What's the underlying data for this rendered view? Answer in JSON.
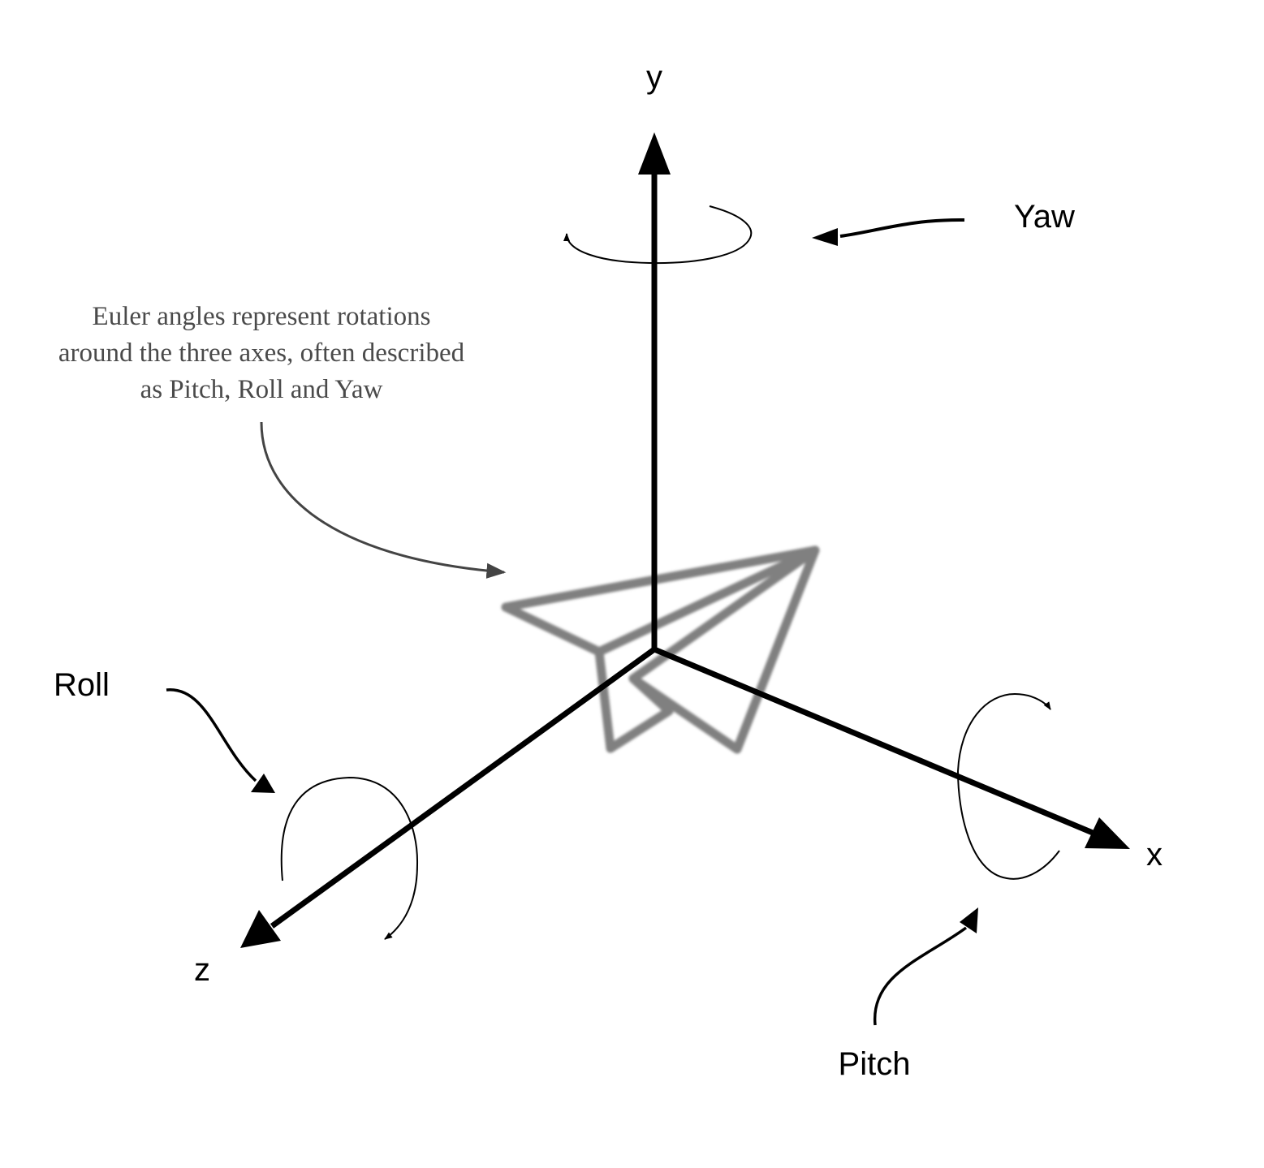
{
  "axes": {
    "x_label": "x",
    "y_label": "y",
    "z_label": "z"
  },
  "rotations": {
    "yaw_label": "Yaw",
    "pitch_label": "Pitch",
    "roll_label": "Roll"
  },
  "annotation": {
    "lines": [
      "Euler angles represent rotations",
      "around the three axes, often described",
      "as Pitch, Roll and Yaw"
    ]
  },
  "colors": {
    "axis": "#000000",
    "plane": "#808080",
    "annotation_text": "#4a4a4a",
    "annotation_arrow": "#444444"
  },
  "icons": {
    "plane": "paper-plane-icon"
  }
}
